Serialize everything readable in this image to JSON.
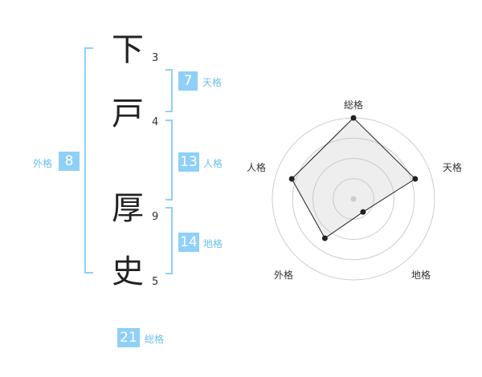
{
  "name": {
    "chars": [
      "下",
      "戸",
      "厚",
      "史"
    ],
    "strokes": [
      "3",
      "4",
      "9",
      "5"
    ]
  },
  "fortune": {
    "tenkaku": {
      "value": "7",
      "label": "天格"
    },
    "jinkaku": {
      "value": "13",
      "label": "人格"
    },
    "chikaku": {
      "value": "14",
      "label": "地格"
    },
    "gaikaku": {
      "value": "8",
      "label": "外格"
    },
    "soukaku": {
      "value": "21",
      "label": "総格"
    }
  },
  "colors": {
    "bracket": "#8fd0f8",
    "box": "#8fd0f8",
    "label": "#6cbfe9"
  },
  "chart_data": {
    "type": "radar",
    "axes": [
      "総格",
      "天格",
      "地格",
      "外格",
      "人格"
    ],
    "values": [
      5,
      4,
      1,
      3,
      4
    ],
    "max": 5,
    "rings": 4
  }
}
